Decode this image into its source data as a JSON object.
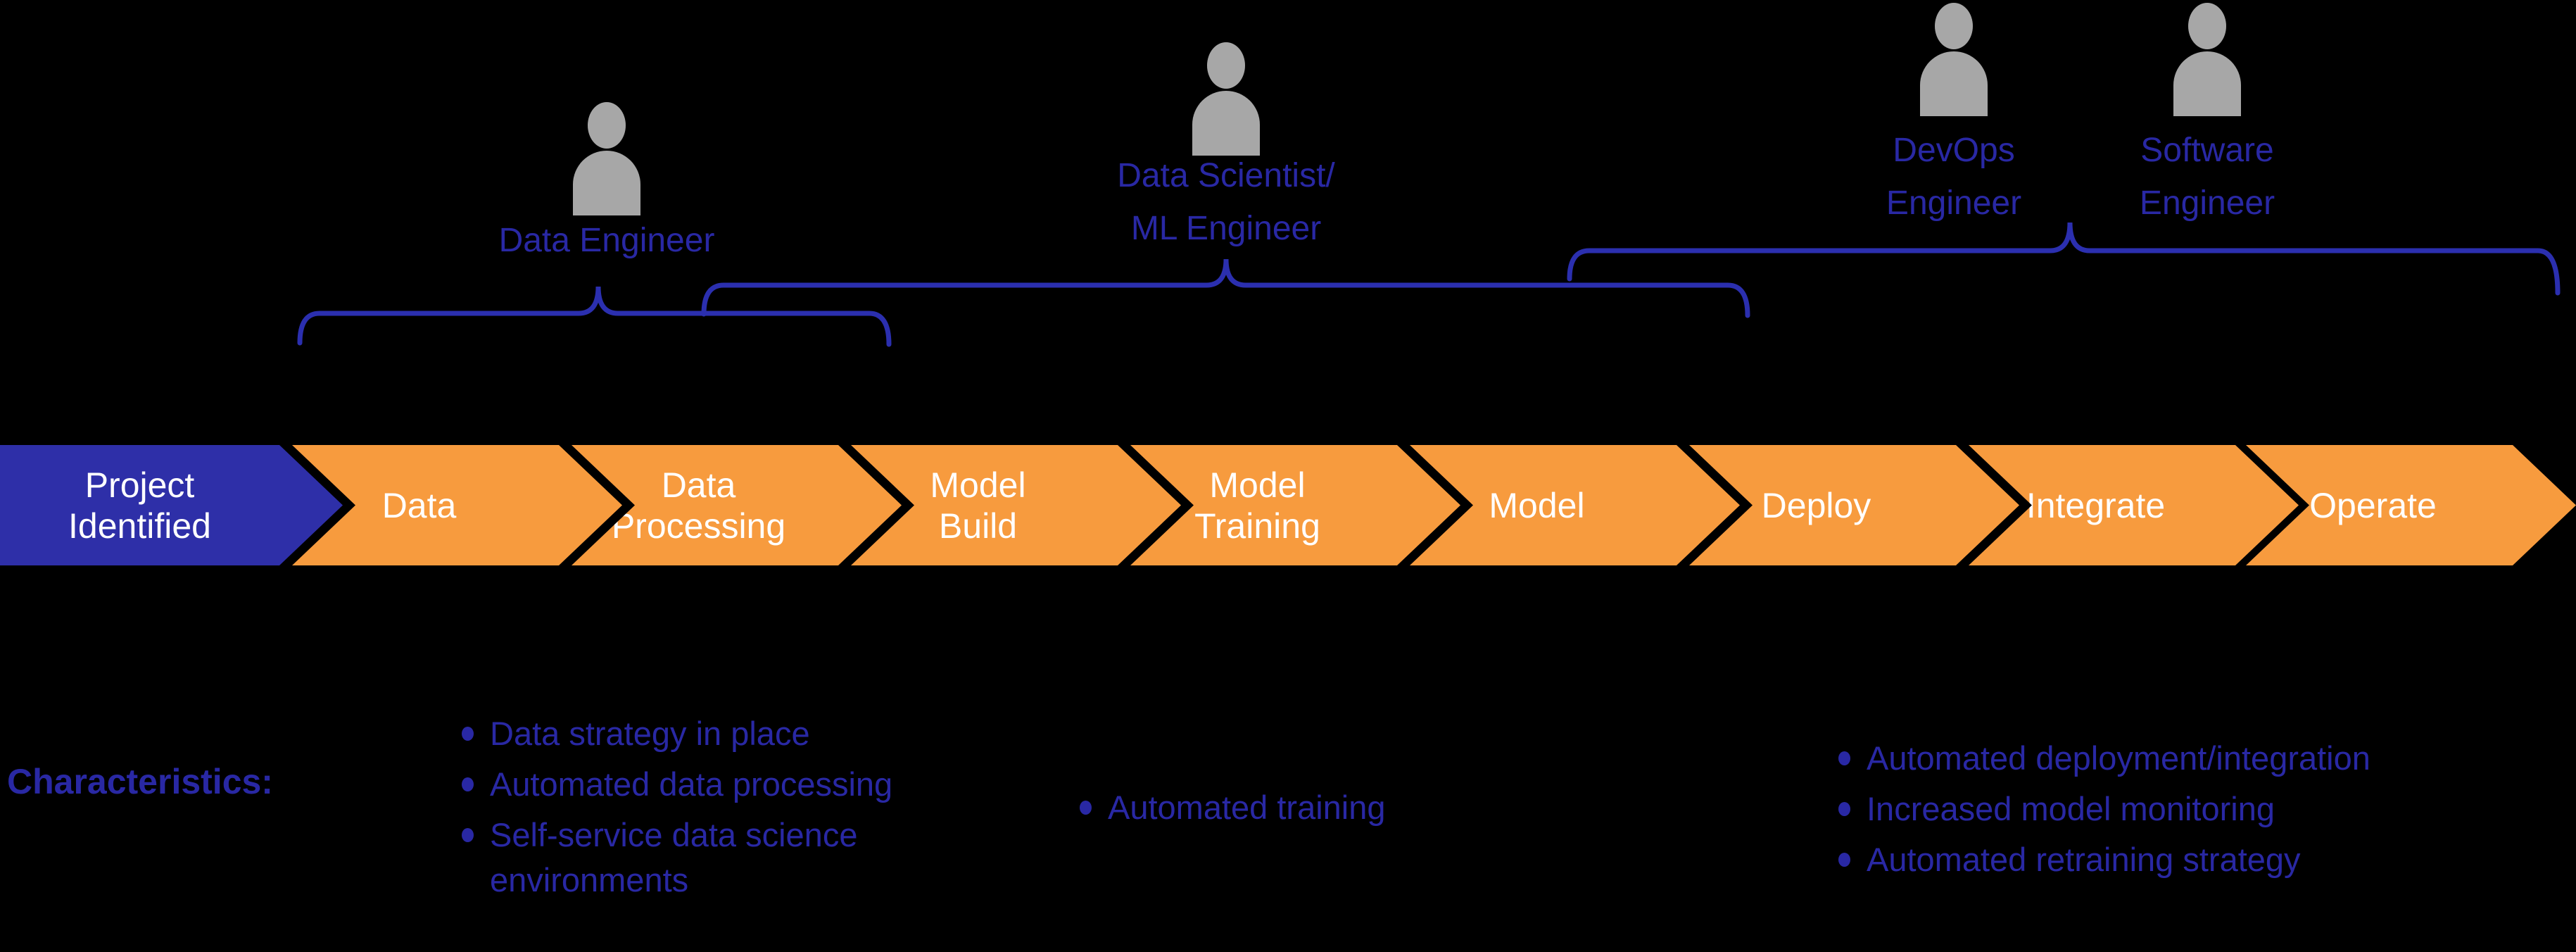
{
  "colors": {
    "background": "#000000",
    "orange": "#F79B3E",
    "blue_chevron": "#2E2FA8",
    "blue_text": "#2928A4",
    "blue_brace": "#2B2FAF",
    "gray_person": "#A7A7A7",
    "white": "#FFFFFF"
  },
  "roles": [
    {
      "icon": "person-silhouette-icon",
      "line1": "Data Engineer",
      "line2": ""
    },
    {
      "icon": "person-silhouette-icon",
      "line1": "Data Scientist/",
      "line2": "ML Engineer"
    },
    {
      "icon": "person-silhouette-icon",
      "line1": "DevOps",
      "line2": "Engineer"
    },
    {
      "icon": "person-silhouette-icon",
      "line1": "Software",
      "line2": "Engineer"
    }
  ],
  "stages": [
    {
      "line1": "Project",
      "line2": "Identified",
      "accent": true
    },
    {
      "line1": "Data",
      "line2": ""
    },
    {
      "line1": "Data",
      "line2": "Processing"
    },
    {
      "line1": "Model",
      "line2": "Build"
    },
    {
      "line1": "Model",
      "line2": "Training"
    },
    {
      "line1": "Model",
      "line2": ""
    },
    {
      "line1": "Deploy",
      "line2": ""
    },
    {
      "line1": "Integrate",
      "line2": ""
    },
    {
      "line1": "Operate",
      "line2": ""
    }
  ],
  "characteristics": {
    "heading": "Characteristics:",
    "columns": [
      {
        "items": [
          "Data strategy in place",
          "Automated data processing",
          "Self-service data science environments"
        ]
      },
      {
        "items": [
          "Automated training"
        ]
      },
      {
        "items": [
          "Automated deployment/integration",
          "Increased model monitoring",
          "Automated retraining strategy"
        ]
      }
    ]
  }
}
